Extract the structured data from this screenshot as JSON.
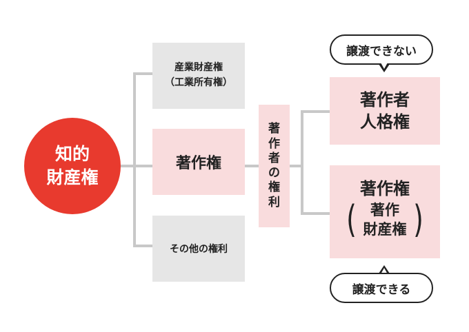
{
  "root": {
    "line1": "知的",
    "line2": "財産権"
  },
  "branches": {
    "industrial": {
      "line1": "産業財産権",
      "line2": "（工業所有権）"
    },
    "copyright": "著作権",
    "other": "その他の権利"
  },
  "author_rights": {
    "chars": [
      "著",
      "作",
      "者",
      "の",
      "権",
      "利"
    ]
  },
  "moral_rights": {
    "line1": "著作者",
    "line2": "人格権"
  },
  "property_rights": {
    "line1": "著作権",
    "line2": "著作",
    "line3": "財産権",
    "open_paren": "(",
    "close_paren": ")"
  },
  "bubbles": {
    "not_transferable": "譲渡できない",
    "transferable": "譲渡できる"
  },
  "colors": {
    "root": "#e83a2e",
    "gray_box": "#e6e6e6",
    "pink_box": "#f9dcdd",
    "connector": "#c8c8c8"
  }
}
